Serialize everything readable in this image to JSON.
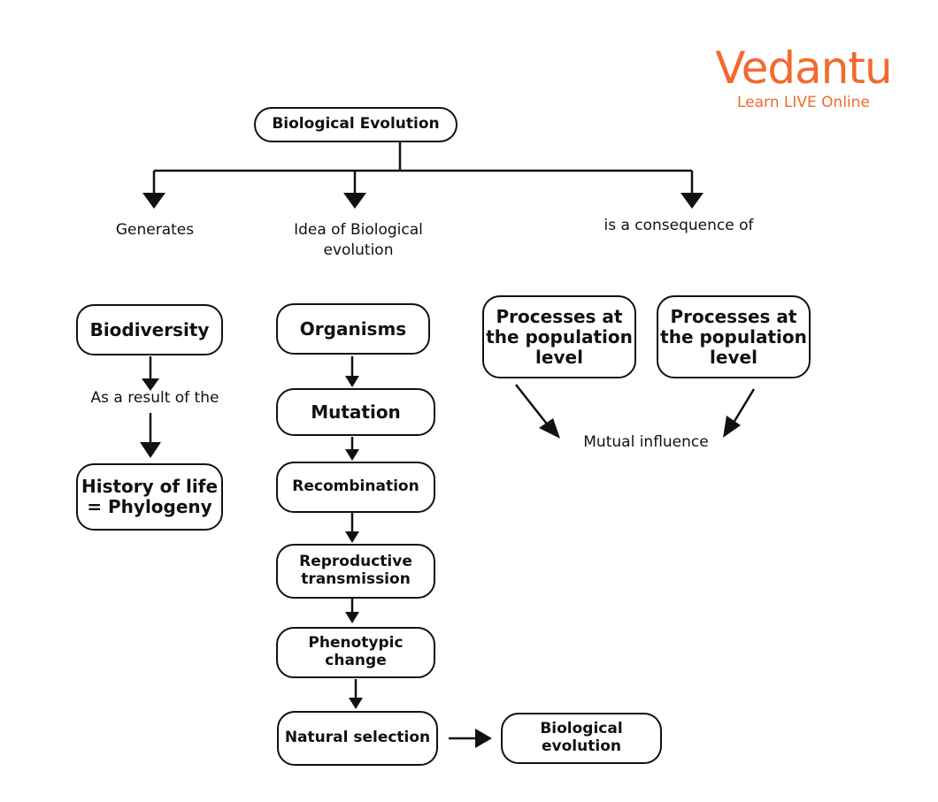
{
  "logo": {
    "wordmark": "Vedantu",
    "tagline": "Learn LIVE Online",
    "color": "#f26a2e"
  },
  "root": "Biological Evolution",
  "branch_labels": {
    "generates": "Generates",
    "idea": "Idea of Biological evolution",
    "consequence": "is a consequence of"
  },
  "left": {
    "top": "Biodiversity",
    "link": "As a result of the",
    "bottom": "History of life = Phylogeny"
  },
  "middle": {
    "steps": [
      "Organisms",
      "Mutation",
      "Recombination",
      "Reproductive transmission",
      "Phenotypic change",
      "Natural selection"
    ],
    "result": "Biological evolution"
  },
  "right": {
    "box_a": "Processes at the population level",
    "box_b": "Processes at the population level",
    "merge": "Mutual influence"
  }
}
